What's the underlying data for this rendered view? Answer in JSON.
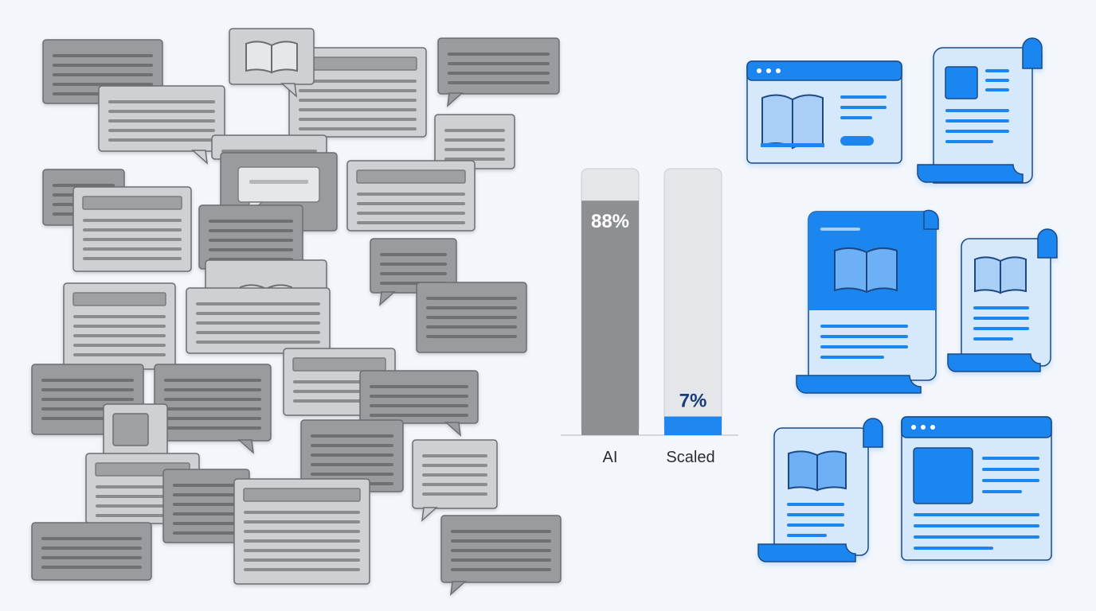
{
  "chart_data": {
    "type": "bar",
    "categories": [
      "AI",
      "Scaled"
    ],
    "values": [
      88,
      7
    ],
    "value_labels": [
      "88%",
      "7%"
    ],
    "ylim": [
      0,
      100
    ],
    "title": "",
    "xlabel": "",
    "ylabel": "",
    "grid": false,
    "legend": "none",
    "colors": {
      "ai_bar": "#8e8f93",
      "scaled_bar": "#1f86f0",
      "track": "#e4e6ea",
      "ai_label": "#ffffff",
      "scaled_label": "#163d79"
    }
  },
  "illustrations": {
    "left_cluster": {
      "theme": "generic-ai-content-pile",
      "icons": [
        "chat-bubble-icon",
        "book-icon",
        "document-card-icon"
      ],
      "fill": "#9a9b9f",
      "fill_light": "#cfd0d3",
      "stroke": "#6c6d71"
    },
    "right_cluster": {
      "theme": "curated-blue-content",
      "icons": [
        "browser-window-icon",
        "scroll-document-icon",
        "open-book-icon"
      ],
      "accent": "#1f86f0",
      "fill_light": "#d6e8fb",
      "stroke": "#1c4a86"
    }
  }
}
